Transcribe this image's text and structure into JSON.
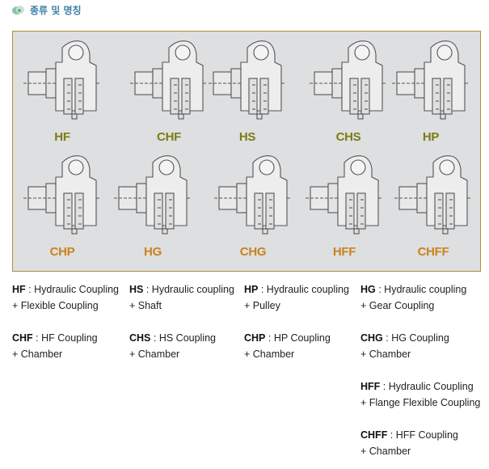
{
  "header": {
    "title": "종류 및 명칭",
    "icon": "leaf-icon"
  },
  "colors": {
    "top_label": "#7c7c14",
    "bottom_label": "#c9821e",
    "panel_border": "#b88a3a",
    "title": "#3b7fa6"
  },
  "types": [
    {
      "code": "HF",
      "row": "top"
    },
    {
      "code": "CHF",
      "row": "top"
    },
    {
      "code": "HS",
      "row": "top"
    },
    {
      "code": "CHS",
      "row": "top"
    },
    {
      "code": "HP",
      "row": "top"
    },
    {
      "code": "CHP",
      "row": "bottom"
    },
    {
      "code": "HG",
      "row": "bottom"
    },
    {
      "code": "CHG",
      "row": "bottom"
    },
    {
      "code": "HFF",
      "row": "bottom"
    },
    {
      "code": "CHFF",
      "row": "bottom"
    }
  ],
  "descriptions": [
    {
      "code": "HF",
      "sep": " : ",
      "line1": "Hydraulic Coupling",
      "line2": "+ Flexible Coupling"
    },
    {
      "code": "HS",
      "sep": " : ",
      "line1": "Hydraulic coupling",
      "line2": "+ Shaft"
    },
    {
      "code": "HP",
      "sep": " : ",
      "line1": "Hydraulic coupling",
      "line2": "+ Pulley"
    },
    {
      "code": "HG",
      "sep": " : ",
      "line1": "Hydraulic coupling",
      "line2": "+ Gear Coupling"
    },
    {
      "code": "CHF",
      "sep": " : ",
      "line1": "HF Coupling",
      "line2": "+ Chamber"
    },
    {
      "code": "CHS",
      "sep": " : ",
      "line1": "HS Coupling",
      "line2": "+ Chamber"
    },
    {
      "code": "CHP",
      "sep": " : ",
      "line1": "HP Coupling",
      "line2": "+ Chamber"
    },
    {
      "code": "CHG",
      "sep": " : ",
      "line1": "HG Coupling",
      "line2": "+ Chamber"
    },
    {
      "code": "HFF",
      "sep": " : ",
      "line1": "Hydraulic Coupling",
      "line2": "+ Flange Flexible Coupling"
    },
    {
      "code": "CHFF",
      "sep": " : ",
      "line1": "HFF Coupling",
      "line2": "+ Chamber"
    }
  ]
}
